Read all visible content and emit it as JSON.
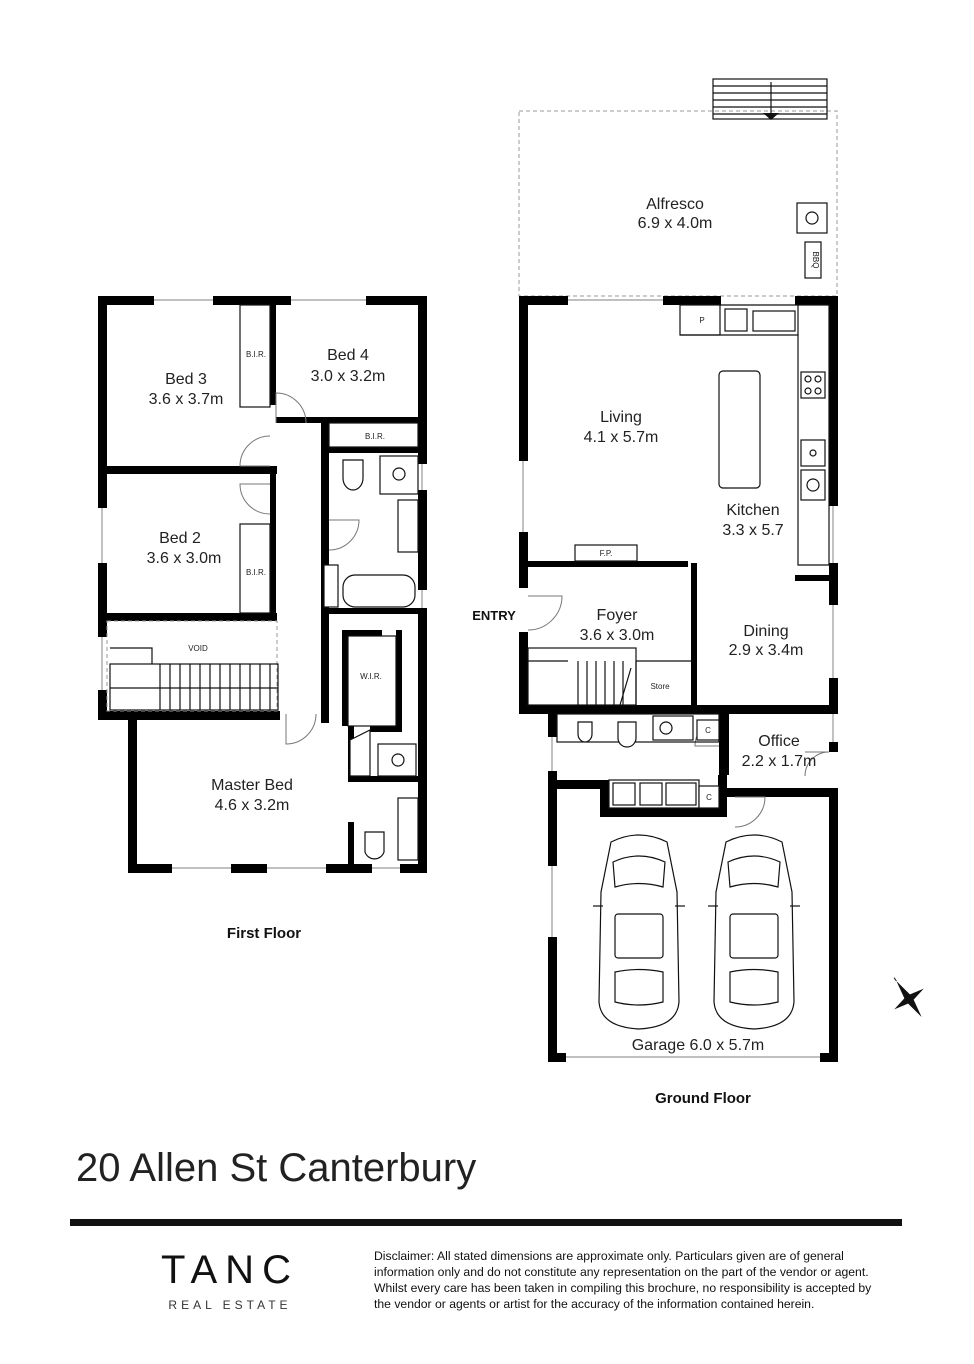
{
  "address": "20 Allen St Canterbury",
  "logo": {
    "name": "TANC",
    "tagline": "REAL ESTATE"
  },
  "disclaimer": "Disclaimer: All stated dimensions are approximate only. Particulars given are of general information only and do not constitute any representation on the part of the vendor or agent. Whilst every care has been taken in compiling this brochure, no responsibility is accepted by the vendor or agents or artist for the accuracy of the information contained herein.",
  "first_floor": {
    "label": "First Floor",
    "rooms": {
      "bed3": {
        "name": "Bed 3",
        "size": "3.6 x 3.7m"
      },
      "bed4": {
        "name": "Bed 4",
        "size": "3.0 x 3.2m"
      },
      "bed2": {
        "name": "Bed 2",
        "size": "3.6 x 3.0m"
      },
      "master": {
        "name": "Master Bed",
        "size": "4.6 x 3.2m"
      }
    },
    "small_labels": {
      "bir": "B.I.R.",
      "void": "VOID",
      "wir": "W.I.R."
    }
  },
  "ground_floor": {
    "label": "Ground Floor",
    "rooms": {
      "alfresco": {
        "name": "Alfresco",
        "size": "6.9 x 4.0m"
      },
      "living": {
        "name": "Living",
        "size": "4.1 x 5.7m"
      },
      "kitchen": {
        "name": "Kitchen",
        "size": "3.3 x 5.7"
      },
      "foyer": {
        "name": "Foyer",
        "size": "3.6 x 3.0m"
      },
      "dining": {
        "name": "Dining",
        "size": "2.9 x 3.4m"
      },
      "office": {
        "name": "Office",
        "size": "2.2 x 1.7m"
      },
      "garage": {
        "name": "Garage 6.0 x 5.7m"
      }
    },
    "small_labels": {
      "entry": "ENTRY",
      "fp": "F.P.",
      "store": "Store",
      "bbq": "BBQ",
      "pantry": "P",
      "cupboard": "C"
    }
  }
}
